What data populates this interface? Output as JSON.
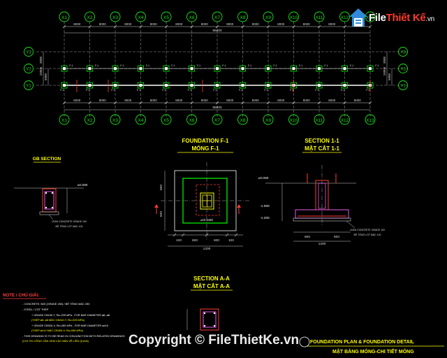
{
  "grid": {
    "columns": [
      "X1",
      "X2",
      "X3",
      "X4",
      "X5",
      "X6",
      "X7",
      "X8",
      "X9",
      "X10",
      "X11",
      "X12",
      "X13"
    ],
    "rows": [
      "Y3",
      "Y2",
      "Y1"
    ],
    "bay_dims": [
      "8000",
      "8000",
      "8000",
      "8000",
      "8000",
      "8000",
      "8000",
      "8000",
      "8000",
      "8000",
      "8000",
      "8000"
    ],
    "total_dim": "96000",
    "side_dims": [
      "3000",
      "5000",
      "10000"
    ],
    "footing_tag": "F-1"
  },
  "gb_section": {
    "title": "GB SECTION",
    "level": "±0.000",
    "note_1": "LEAN CONCRETE GRADE 100",
    "note_2": "BÊ TÔNG LÓT MÁC 100"
  },
  "foundation_f1": {
    "title": "FOUNDATION  F-1",
    "subtitle": "MÓNG  F-1",
    "dims_bottom": [
      "100",
      "600",
      "600",
      "100"
    ],
    "dim_total": "1200",
    "dims_side": [
      "600",
      "600"
    ],
    "rebar_label": "⌀10 a150"
  },
  "section_11": {
    "title": "SECTION 1-1",
    "subtitle": "MẶT CẮT 1-1",
    "levels": [
      "±0.000",
      "-1.000",
      "-1.200"
    ],
    "dims_bottom": [
      "600",
      "600"
    ],
    "dim_total": "1200",
    "note_1": "LEAN CONCRETE GRADE 100",
    "note_2": "BÊ TÔNG LÓT MÁC 100"
  },
  "section_aa": {
    "title": "SECTION A-A",
    "subtitle": "MẶT CẮT A-A"
  },
  "notes": {
    "title": "NOTE / CHÚ GIẢI:",
    "lines": [
      "- CONCRETE: B20 (GRADE 250) / BÊ TÔNG MÁC 250",
      "- STEEL / CỐT THÉP",
      "+ GRADE CB240-T, Rs=225 MPa , FOR BAR DIAMETER ⌀6, ⌀8",
      "(THÉP ⌀6, ⌀8 MÁC CB240-T, Rs=225 MPa)",
      "+ GRADE CB300-V, Rs=280 MPa , FOR BAR DIAMETER ⌀≥10",
      "(THÉP ⌀≥10 MÁC CB300-V, Rs=280 MPa)",
      "- THIS DRAWING IS TO BE READ IN CONJUNCTION WITH RELATED DRAWINGS",
      "(CHI THI CÔNG CẦN XEM CÁC BẢN VẼ LIÊN QUAN)"
    ]
  },
  "sheet_title": {
    "line_1": "FOUNDATION PLAN & FOUNDATION DETAIL",
    "line_2": "MẶT BẰNG MÓNG-CHI TIẾT MÓNG"
  },
  "watermark": {
    "brand_main": "File",
    "brand_accent": "Thiết Kế",
    "brand_tld": ".vn",
    "copyright": "Copyright © FileThietKe.vn"
  },
  "colors": {
    "background": "#000000",
    "grid_bubble": "#19e619",
    "title_yellow": "#ffff00",
    "red_line": "#ff3b30",
    "footing_green": "#00ff00",
    "note_title": "#ff4040"
  }
}
